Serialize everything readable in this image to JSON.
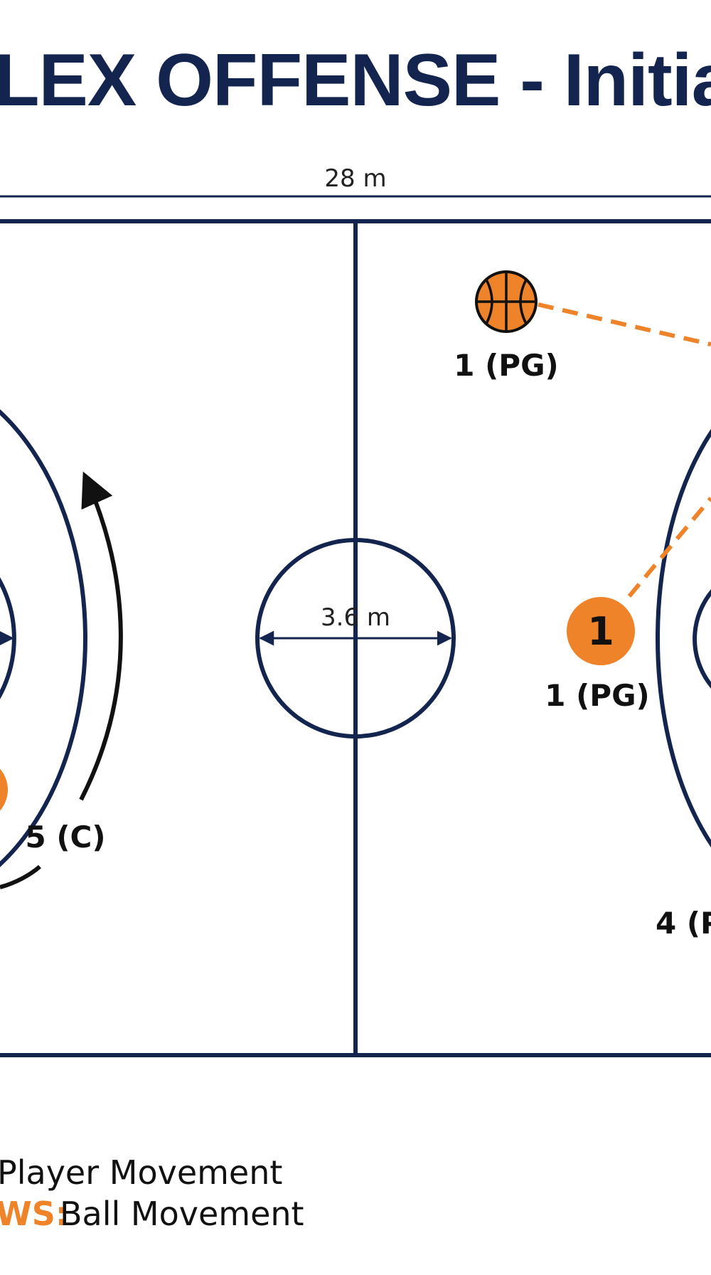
{
  "title": "LEX OFFENSE - Initial Setu",
  "court": {
    "length_label": "28 m",
    "circle_label": "3.6 m"
  },
  "players": {
    "pg_top_label": "1 (PG)",
    "pg_token": "1",
    "pg_mid_label": "1 (PG)",
    "c_label": "5 (C)",
    "pf_label": "4 (P"
  },
  "legend": {
    "player_movement": "Player Movement",
    "ball_prefix": "WS:",
    "ball_movement": "Ball Movement"
  },
  "colors": {
    "navy": "#13254f",
    "orange": "#ee8329",
    "black": "#111111"
  }
}
